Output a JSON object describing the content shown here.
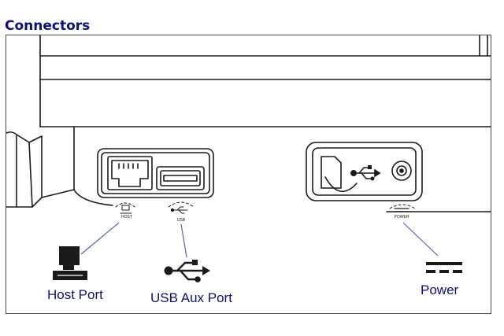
{
  "title": "Connectors",
  "labels": {
    "host_port": "Host Port",
    "usb_aux_port": "USB Aux Port",
    "power": "Power"
  },
  "port_markings": {
    "host": "HOST",
    "usb": "USB",
    "power": "POWER"
  },
  "colors": {
    "title": "#0e0e7a",
    "label": "#10106e",
    "line_art": "#1a1a1a",
    "leader": "#5566a6"
  },
  "icons": [
    "computer-icon",
    "usb-icon",
    "dc-power-icon",
    "sd-card-icon",
    "ethernet-port-icon",
    "usb-port-icon",
    "dc-jack-icon"
  ]
}
